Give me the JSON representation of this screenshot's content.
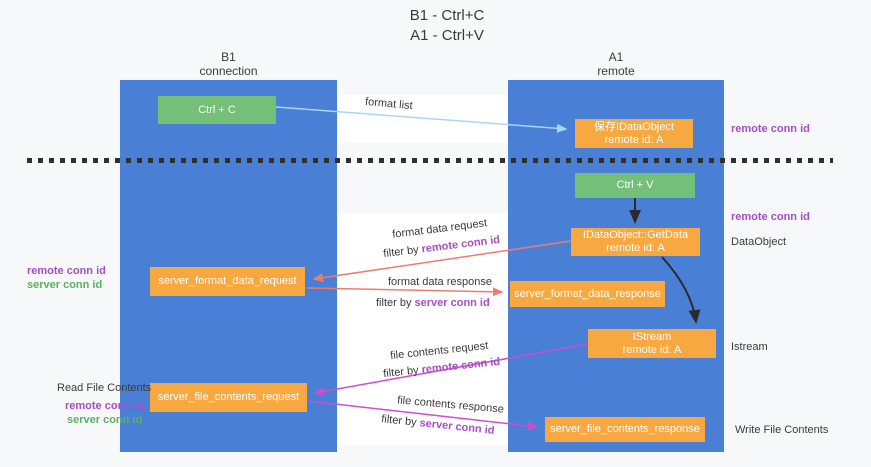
{
  "title": {
    "line1": "B1 - Ctrl+C",
    "line2": "A1 - Ctrl+V"
  },
  "lanes": {
    "b1": {
      "name": "B1",
      "sub": "connection"
    },
    "a1": {
      "name": "A1",
      "sub": "remote"
    }
  },
  "boxes": {
    "ctrl_c": {
      "label": "Ctrl + C"
    },
    "ctrl_v": {
      "label": "Ctrl + V"
    },
    "save_dataobject": {
      "line1": "保存IDataObject",
      "line2": "remote id: A"
    },
    "getdata": {
      "line1": "IDataObject::GetData",
      "line2": "remote id: A"
    },
    "istream": {
      "line1": "IStream",
      "line2": "remote id: A"
    },
    "server_format_data_request": {
      "label": "server_format_data_request"
    },
    "server_format_data_response": {
      "label": "server_format_data_response"
    },
    "server_file_contents_request": {
      "label": "server_file_contents_request"
    },
    "server_file_contents_response": {
      "label": "server_file_contents_response"
    }
  },
  "edge_labels": {
    "format_list": "format list",
    "format_data_request": {
      "line1": "format data request",
      "prefix": "filter by ",
      "suffix": "remote conn id"
    },
    "format_data_response": {
      "line1": "format data response",
      "prefix": "filter by ",
      "suffix": "server conn id"
    },
    "file_contents_request": {
      "line1": "file contents request",
      "prefix": "filter by ",
      "suffix": "remote conn id"
    },
    "file_contents_response": {
      "line1": "file contents response",
      "prefix": "filter by ",
      "suffix": "server conn id"
    }
  },
  "margin_labels": {
    "right_remote_conn_id_top": "remote conn id",
    "right_remote_conn_id_mid": "remote conn id",
    "right_dataobject": "DataObject",
    "right_istream": "Istream",
    "right_write_file_contents": "Write File Contents",
    "left_remote_conn_id_top": "remote conn id",
    "left_server_conn_id_top": "server conn id",
    "left_read_file_contents": "Read File Contents",
    "left_remote_conn_id_bottom": "remote conn id",
    "left_server_conn_id_bottom": "server conn id"
  },
  "colors": {
    "lane_blue": "#4a7fd6",
    "box_orange": "#f7a841",
    "box_green": "#74c078",
    "arrow_light_blue": "#a9d6f5",
    "arrow_salmon": "#ee7b72",
    "arrow_magenta": "#cf4ecf",
    "arrow_black": "#2b2b2b",
    "text_purple": "#a64ec4",
    "text_green": "#5faf62",
    "background": "#f7f8fa"
  }
}
